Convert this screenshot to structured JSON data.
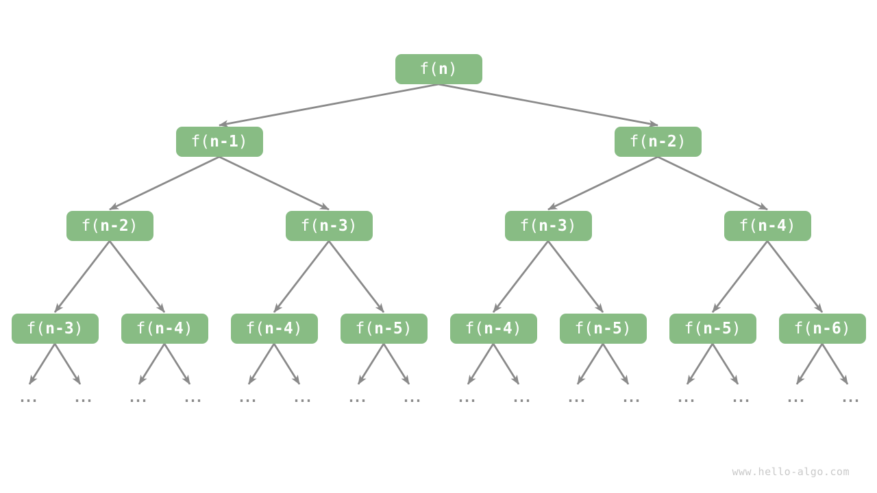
{
  "watermark": "www.hello-algo.com",
  "colors": {
    "background": "#ffffff",
    "node_fill": "#88BC84",
    "node_text": "#ffffff",
    "edge": "#8A8A8A",
    "ellipsis": "#8A8A8A",
    "watermark_text": "#C9C9C9"
  },
  "tree": {
    "ellipsis": "...",
    "levels": [
      [
        {
          "pre": "f(",
          "bold": "n",
          "post": ")"
        }
      ],
      [
        {
          "pre": "f(",
          "bold": "n-1",
          "post": ")"
        },
        {
          "pre": "f(",
          "bold": "n-2",
          "post": ")"
        }
      ],
      [
        {
          "pre": "f(",
          "bold": "n-2",
          "post": ")"
        },
        {
          "pre": "f(",
          "bold": "n-3",
          "post": ")"
        },
        {
          "pre": "f(",
          "bold": "n-3",
          "post": ")"
        },
        {
          "pre": "f(",
          "bold": "n-4",
          "post": ")"
        }
      ],
      [
        {
          "pre": "f(",
          "bold": "n-3",
          "post": ")"
        },
        {
          "pre": "f(",
          "bold": "n-4",
          "post": ")"
        },
        {
          "pre": "f(",
          "bold": "n-4",
          "post": ")"
        },
        {
          "pre": "f(",
          "bold": "n-5",
          "post": ")"
        },
        {
          "pre": "f(",
          "bold": "n-4",
          "post": ")"
        },
        {
          "pre": "f(",
          "bold": "n-5",
          "post": ")"
        },
        {
          "pre": "f(",
          "bold": "n-5",
          "post": ")"
        },
        {
          "pre": "f(",
          "bold": "n-6",
          "post": ")"
        }
      ]
    ]
  }
}
